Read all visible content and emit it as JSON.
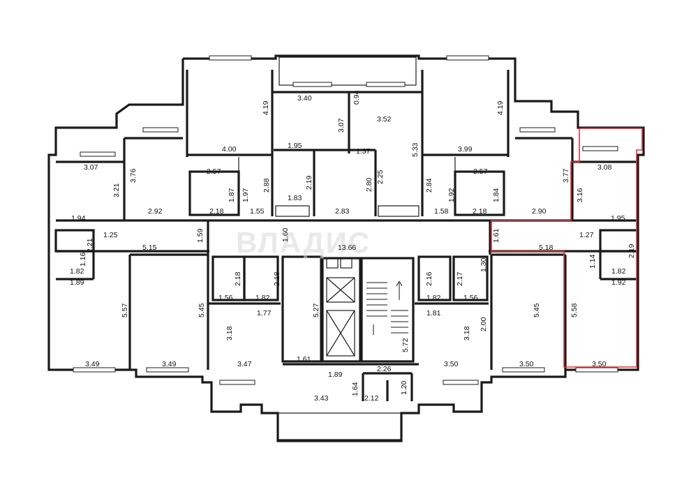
{
  "watermark": "ВЛАДИС",
  "accent_color": "#e0343a",
  "labels": [
    {
      "id": "d1",
      "text": "4.19"
    },
    {
      "id": "d2",
      "text": "3.40"
    },
    {
      "id": "d3",
      "text": "0.94"
    },
    {
      "id": "d4",
      "text": "3.07"
    },
    {
      "id": "d5",
      "text": "3.52"
    },
    {
      "id": "d6",
      "text": "4.19"
    },
    {
      "id": "d7",
      "text": "5.33"
    },
    {
      "id": "d8",
      "text": "4.00"
    },
    {
      "id": "d9",
      "text": "1.95"
    },
    {
      "id": "d10",
      "text": "1.37"
    },
    {
      "id": "d11",
      "text": "3.99"
    },
    {
      "id": "d12",
      "text": "3.07"
    },
    {
      "id": "d13",
      "text": "3.76"
    },
    {
      "id": "d14",
      "text": "3.21"
    },
    {
      "id": "d15",
      "text": "2.57"
    },
    {
      "id": "d16",
      "text": "2.88"
    },
    {
      "id": "d17",
      "text": "2.19"
    },
    {
      "id": "d18",
      "text": "2.80"
    },
    {
      "id": "d19",
      "text": "2.25"
    },
    {
      "id": "d20",
      "text": "2.84"
    },
    {
      "id": "d21",
      "text": "2.57"
    },
    {
      "id": "d22",
      "text": "3.77"
    },
    {
      "id": "d23",
      "text": "3.08"
    },
    {
      "id": "d24",
      "text": "3.16"
    },
    {
      "id": "d25",
      "text": "1.87"
    },
    {
      "id": "d26",
      "text": "1.97"
    },
    {
      "id": "d27",
      "text": "1.83"
    },
    {
      "id": "d28",
      "text": "1.92"
    },
    {
      "id": "d29",
      "text": "1.84"
    },
    {
      "id": "d30",
      "text": "2.92"
    },
    {
      "id": "d31",
      "text": "2.18"
    },
    {
      "id": "d32",
      "text": "1.55"
    },
    {
      "id": "d33",
      "text": "2.83"
    },
    {
      "id": "d34",
      "text": "1.58"
    },
    {
      "id": "d35",
      "text": "2.18"
    },
    {
      "id": "d36",
      "text": "2.90"
    },
    {
      "id": "d37",
      "text": "1.94"
    },
    {
      "id": "d38",
      "text": "1.95"
    },
    {
      "id": "d39",
      "text": "1.25"
    },
    {
      "id": "d40",
      "text": "1.59"
    },
    {
      "id": "d41",
      "text": "1.60"
    },
    {
      "id": "d42",
      "text": "1.61"
    },
    {
      "id": "d43",
      "text": "1.27"
    },
    {
      "id": "d44",
      "text": "2.21"
    },
    {
      "id": "d45",
      "text": "5.15"
    },
    {
      "id": "d46",
      "text": "13.66"
    },
    {
      "id": "d47",
      "text": "5.18"
    },
    {
      "id": "d48",
      "text": "2.19"
    },
    {
      "id": "d49",
      "text": "1.16"
    },
    {
      "id": "d50",
      "text": "1.82"
    },
    {
      "id": "d51",
      "text": "1.30"
    },
    {
      "id": "d52",
      "text": "1.14"
    },
    {
      "id": "d53",
      "text": "1.82"
    },
    {
      "id": "d54",
      "text": "1.89"
    },
    {
      "id": "d55",
      "text": "1.92"
    },
    {
      "id": "d56",
      "text": "2.18"
    },
    {
      "id": "d57",
      "text": "2.18"
    },
    {
      "id": "d58",
      "text": "2.16"
    },
    {
      "id": "d59",
      "text": "2.17"
    },
    {
      "id": "d60",
      "text": "1.56"
    },
    {
      "id": "d61",
      "text": "1.82"
    },
    {
      "id": "d62",
      "text": "1.77"
    },
    {
      "id": "d63",
      "text": "1.82"
    },
    {
      "id": "d64",
      "text": "1.56"
    },
    {
      "id": "d65",
      "text": "1.81"
    },
    {
      "id": "d66",
      "text": "5.57"
    },
    {
      "id": "d67",
      "text": "5.45"
    },
    {
      "id": "d68",
      "text": "5.27"
    },
    {
      "id": "d69",
      "text": "5.45"
    },
    {
      "id": "d70",
      "text": "5.58"
    },
    {
      "id": "d71",
      "text": "3.18"
    },
    {
      "id": "d72",
      "text": "3.18"
    },
    {
      "id": "d73",
      "text": "2.00"
    },
    {
      "id": "d74",
      "text": "5.72"
    },
    {
      "id": "d75",
      "text": "3.49"
    },
    {
      "id": "d76",
      "text": "3.49"
    },
    {
      "id": "d77",
      "text": "3.47"
    },
    {
      "id": "d78",
      "text": "1.61"
    },
    {
      "id": "d79",
      "text": "3.50"
    },
    {
      "id": "d80",
      "text": "3.50"
    },
    {
      "id": "d81",
      "text": "3.50"
    },
    {
      "id": "d82",
      "text": "2.26"
    },
    {
      "id": "d83",
      "text": "1.89"
    },
    {
      "id": "d84",
      "text": "1.64"
    },
    {
      "id": "d85",
      "text": "3.43"
    },
    {
      "id": "d86",
      "text": "2.12"
    },
    {
      "id": "d87",
      "text": "1.20"
    }
  ]
}
